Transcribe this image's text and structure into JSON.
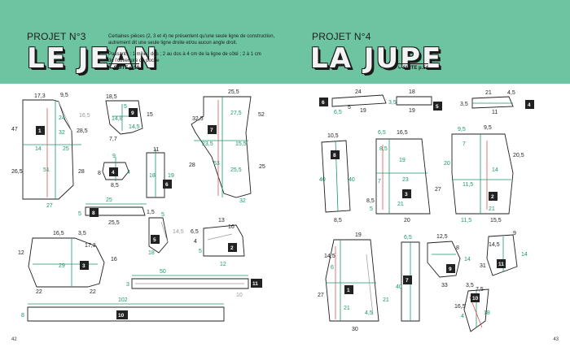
{
  "left_page": {
    "project_label": "PROJET N°3",
    "title": "LE JEAN",
    "description": [
      "Certaines pièces (2, 3 et 4) ne présentent qu'une seule ligne de construction,",
      "autrement dit une seule ligne droite et/ou aucun angle droit.",
      "",
      "Passants : 1 milieu dos ; 2 au dos à 4 cm de la ligne de côté ; 2 à 1 cm",
      "de l'ouverture de poche"
    ],
    "suite": "SUITE p.50",
    "page_number": "42"
  },
  "right_page": {
    "project_label": "PROJET N°4",
    "title": "LA JUPE",
    "suite": "SUITE p.54",
    "page_number": "43"
  },
  "colors": {
    "header_green": "#6cc4a1",
    "construction_green": "#1a9a66",
    "grain_red": "#e23b3b"
  },
  "jean_pieces": {
    "p1": {
      "label": "1",
      "dims": [
        "17,3",
        "9,5",
        "16,5",
        "47",
        "32",
        "28,5",
        "24",
        "14",
        "25",
        "26,5",
        "51",
        "28",
        "27"
      ]
    },
    "p2": {
      "label": "2",
      "dims": [
        "13",
        "16",
        "6,5",
        "4",
        "12",
        "5"
      ]
    },
    "p3": {
      "label": "3",
      "dims": [
        "16,5",
        "3,5",
        "17,3",
        "12",
        "29",
        "16",
        "22",
        "22"
      ]
    },
    "p4": {
      "label": "4",
      "dims": [
        "9",
        "8",
        "4",
        "8,5"
      ]
    },
    "p5": {
      "label": "5",
      "dims": [
        "5",
        "14,5",
        "18"
      ]
    },
    "p6": {
      "label": "6",
      "dims": [
        "11",
        "18",
        "19"
      ]
    },
    "p7": {
      "label": "7",
      "dims": [
        "25,5",
        "32,5",
        "27,5",
        "52",
        "23,5",
        "15,5",
        "25,5",
        "53",
        "28",
        "25",
        "32"
      ]
    },
    "p8": {
      "label": "8",
      "dims": [
        "25",
        "5",
        "25,5",
        "1,5"
      ]
    },
    "p9": {
      "label": "9",
      "dims": [
        "18,5",
        "5",
        "14,8",
        "15",
        "14,5",
        "7,7"
      ]
    },
    "p10": {
      "label": "10",
      "dims": [
        "102",
        "8"
      ]
    },
    "p11": {
      "label": "11",
      "dims": [
        "50",
        "3",
        "10"
      ]
    }
  },
  "jupe_pieces": {
    "p1": {
      "label": "1",
      "dims": [
        "19",
        "14,5",
        "6",
        "27",
        "21",
        "21",
        "4,5",
        "30"
      ]
    },
    "p2": {
      "label": "2",
      "dims": [
        "9,5",
        "9,5",
        "7",
        "20",
        "20,5",
        "14",
        "11,5",
        "21",
        "11,5",
        "15,5"
      ]
    },
    "p3": {
      "label": "3",
      "dims": [
        "6,5",
        "16,5",
        "8,5",
        "19",
        "23",
        "27",
        "7",
        "8,5",
        "5",
        "21",
        "20"
      ]
    },
    "p4": {
      "label": "4",
      "dims": [
        "21",
        "4,5",
        "3,5",
        "11"
      ]
    },
    "p5": {
      "label": "5",
      "dims": [
        "18",
        "3,5",
        "19"
      ]
    },
    "p6": {
      "label": "6",
      "dims": [
        "24",
        "6,5",
        "5",
        "19"
      ]
    },
    "p7": {
      "label": "7",
      "dims": [
        "6,5",
        "40"
      ]
    },
    "p8": {
      "label": "8",
      "dims": [
        "10,5",
        "40",
        "40",
        "8,5"
      ]
    },
    "p9": {
      "label": "9",
      "dims": [
        "12,5",
        "8",
        "14",
        "33"
      ]
    },
    "p10": {
      "label": "10",
      "dims": [
        "3,5",
        "7,5",
        "16,5",
        "4",
        "18"
      ]
    },
    "p11": {
      "label": "11",
      "dims": [
        "14,5",
        "9",
        "14",
        "31"
      ]
    }
  }
}
